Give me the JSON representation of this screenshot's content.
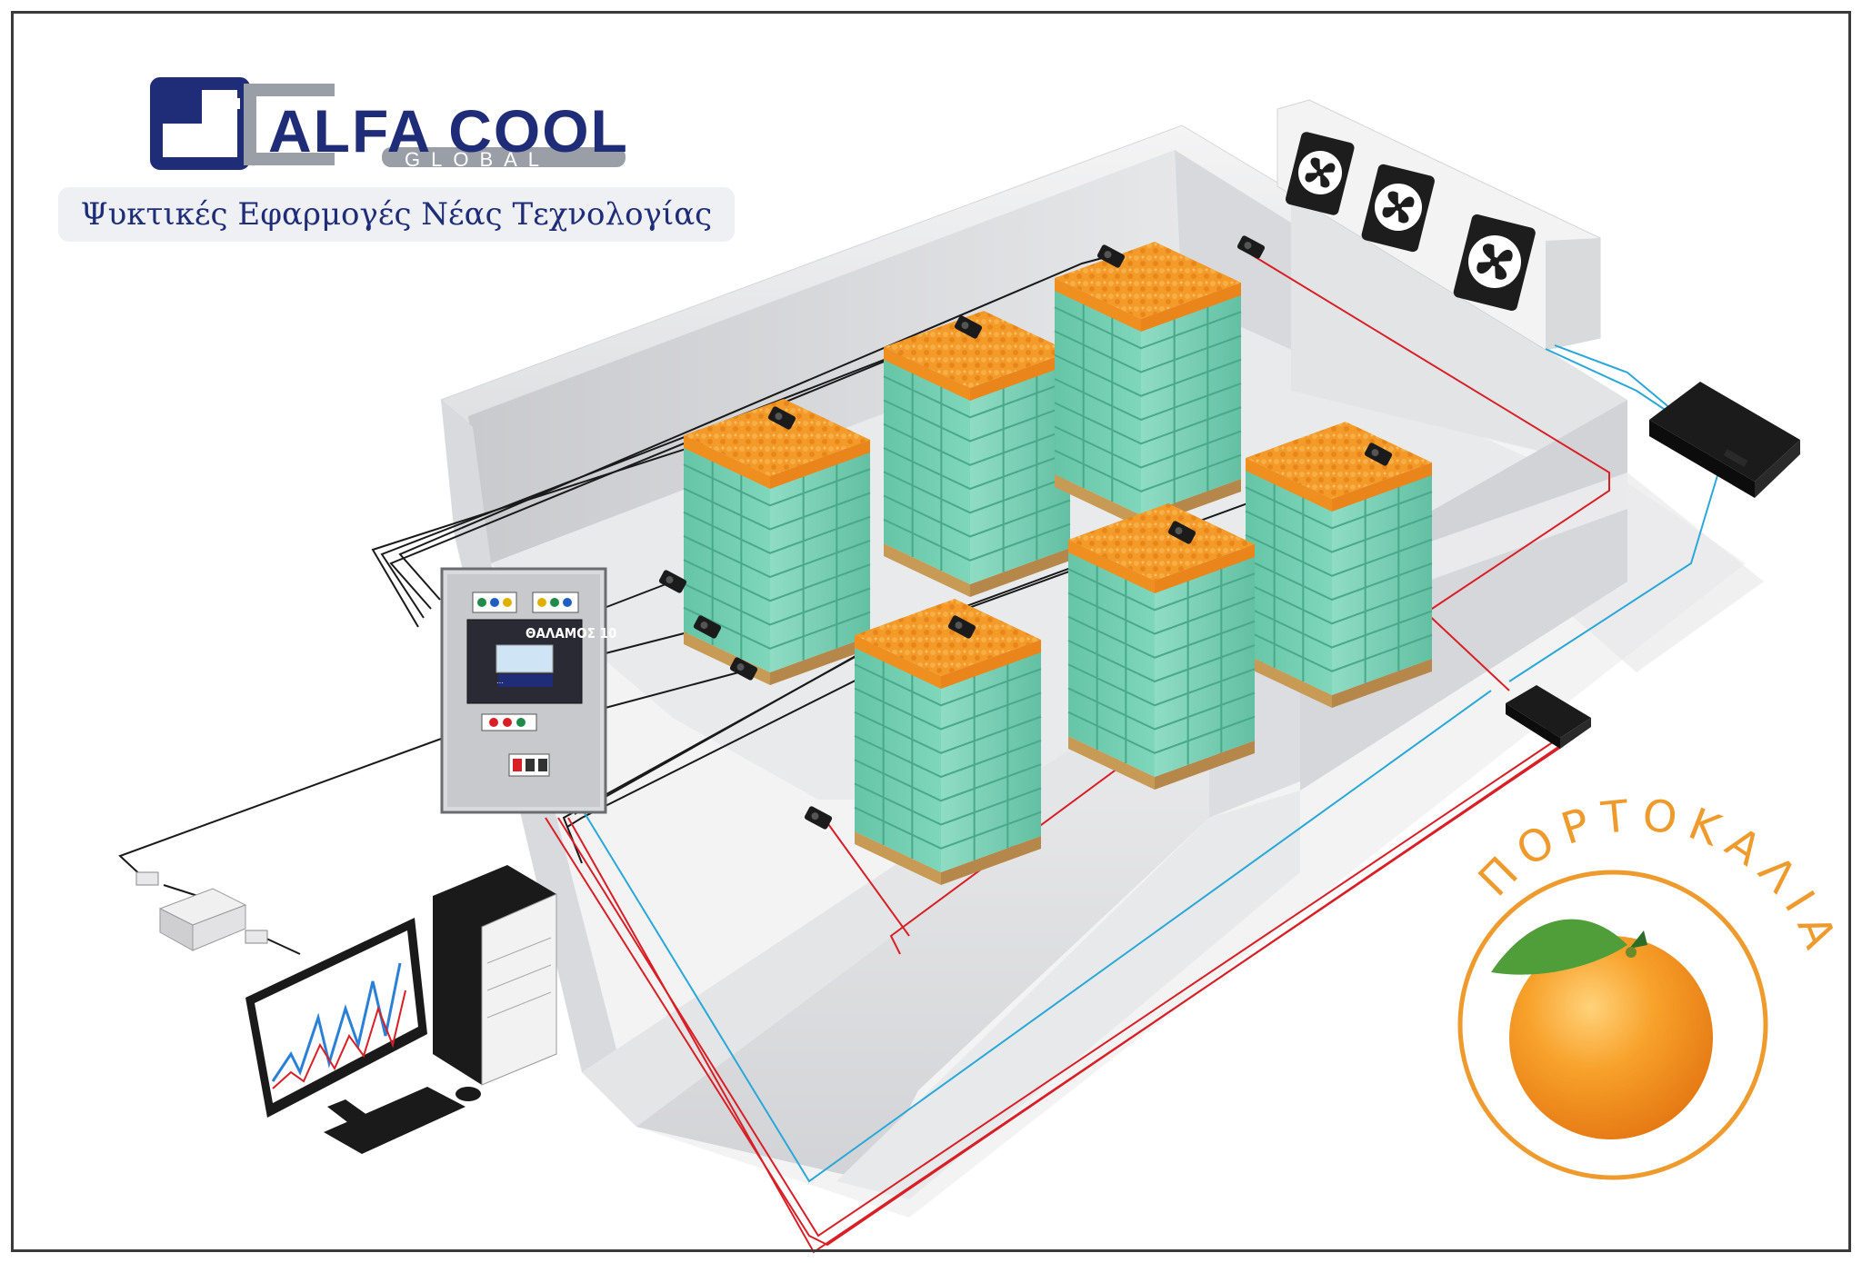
{
  "logo": {
    "name": "ALFA COOL",
    "sub": "GLOBAL",
    "tagline": "Ψυκτικές Εφαρμογές Νέας Τεχνολογίας",
    "colors": {
      "navy": "#1f2d78",
      "grey": "#9a9ea6"
    }
  },
  "control_panel": {
    "title": "ΘΑΛΑΜΟΣ 10",
    "brand": "…",
    "icon": "control-cabinet-icon"
  },
  "product_badge": {
    "label": "ΠΟΡΤΟΚΑΛΙΑ",
    "color": "#ee9a2c",
    "icon": "orange-fruit-icon"
  },
  "diagram": {
    "pallet_count": 6,
    "pallet_fill_color": "#f19a28",
    "crate_color": "#6fd1b3",
    "evaporator_fans": 3,
    "wire_colors": {
      "sensor": "#1a1a1a",
      "power": "#d81f26",
      "data": "#2aa7d9"
    },
    "icons": [
      "temperature-sensor-icon",
      "fan-icon",
      "controller-box-icon",
      "computer-icon",
      "network-gateway-icon"
    ]
  }
}
